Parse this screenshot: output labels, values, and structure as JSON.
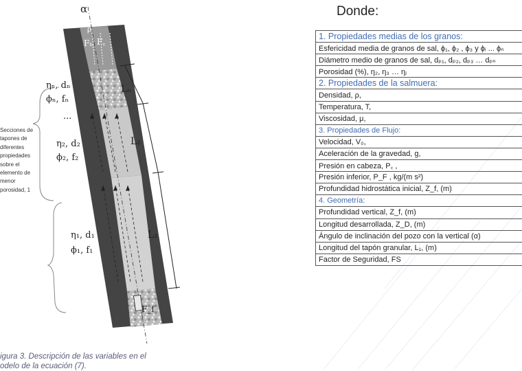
{
  "figure": {
    "alpha": "α",
    "rho": "ρ",
    "labels": {
      "n_eta": "ηₙ, dₙ",
      "n_phi": "ϕₙ, fₙ",
      "dots": "...",
      "two_eta": "η₂, d₂",
      "two_phi": "ϕ₂, f₂",
      "one_eta": "η₁, d₁",
      "one_phi": "ϕ₁, f₁"
    },
    "lengths": {
      "ln": "Lₙ",
      "l2": "L₂",
      "l1": "L₁"
    },
    "forces": {
      "fh": "Fₕ",
      "fc": "F꜀",
      "ff": "F_f"
    },
    "sections_text": [
      "Secciones de",
      "tapones de",
      "diferentes",
      "propiedades",
      "sobre el",
      "elemento de",
      "menor",
      "porosidad, 1"
    ],
    "caption_line1": "igura 3. Descripción de las variables en el",
    "caption_line2": "odelo de la ecuación (7)."
  },
  "donde": "Donde:",
  "table": [
    {
      "text": "1. Propiedades medias de los granos:",
      "type": "hdr"
    },
    {
      "text": "Esfericidad media de granos de sal, ϕ₁, ϕ₂ , ϕ₃ y ϕᵢ ... ϕₙ",
      "type": "row"
    },
    {
      "text": "Diámetro medio de granos de sal, dₚ₁, dₚ₂, dₚ₃ … dₚₙ",
      "type": "row"
    },
    {
      "text": "Porosidad (%), η₂, η₃ … ηⱼ",
      "type": "row"
    },
    {
      "text": "2. Propiedades de la salmuera:",
      "type": "hdr"
    },
    {
      "text": "Densidad, ρ,",
      "type": "row"
    },
    {
      "text": "Temperatura, T,",
      "type": "row"
    },
    {
      "text": "Viscosidad, μ,",
      "type": "row"
    },
    {
      "text": "3. Propiedades de Flujo:",
      "type": "hdr-small"
    },
    {
      "text": "Velocidad, V₀,",
      "type": "row"
    },
    {
      "text": "Aceleración de la gravedad, g,",
      "type": "row"
    },
    {
      "text": "Presión en cabeza, P꜀ ,",
      "type": "row"
    },
    {
      "text": "Presión inferior, P_F , kg/(m s²)",
      "type": "row"
    },
    {
      "text": "Profundidad hidrostática inicial, Z_f, (m)",
      "type": "row"
    },
    {
      "text": "4. Geometría:",
      "type": "hdr-small"
    },
    {
      "text": "Profundidad vertical, Z_f, (m)",
      "type": "row"
    },
    {
      "text": "Longitud desarrollada, Z_D,  (m)",
      "type": "row"
    },
    {
      "text": "Ángulo de inclinación del pozo con la vertical (α)",
      "type": "row"
    },
    {
      "text": "Longitud del tapón granular, L₁, (m)",
      "type": "row"
    },
    {
      "text": "Factor de Seguridad, FS",
      "type": "row"
    }
  ]
}
